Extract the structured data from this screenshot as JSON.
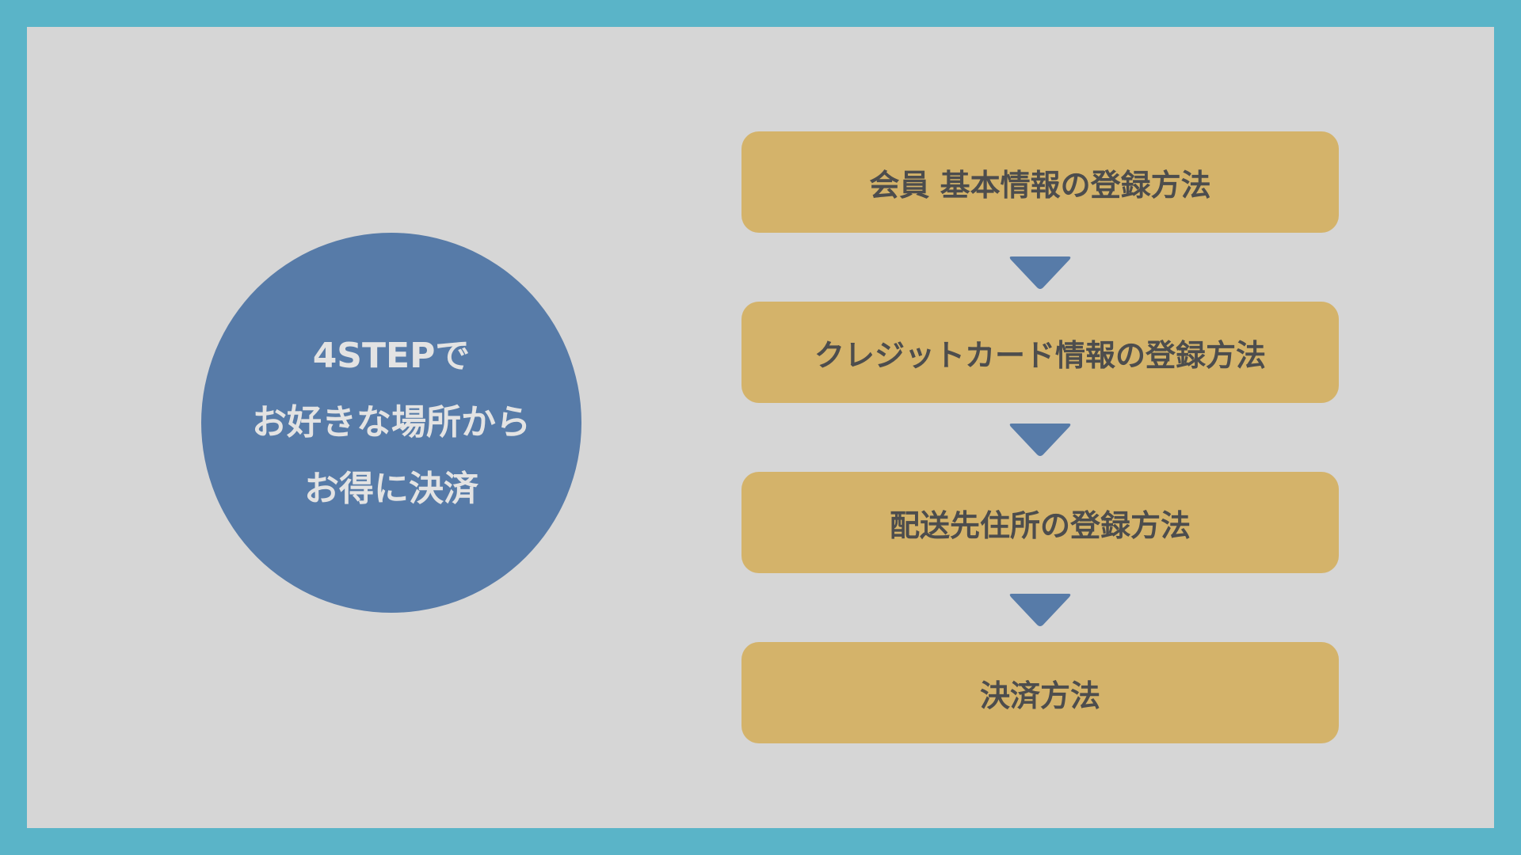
{
  "colors": {
    "frame": "#5ab4c8",
    "background": "#d6d6d6",
    "circle": "#577ba8",
    "step_box": "#d4b36a",
    "arrow": "#577ba8",
    "circle_text": "#e3e3e3",
    "step_text": "#4d4d4d"
  },
  "circle": {
    "lines": [
      "4STEPで",
      "お好きな場所から",
      "お得に決済"
    ]
  },
  "steps": [
    {
      "label": "会員 基本情報の登録方法"
    },
    {
      "label": "クレジットカード情報の登録方法"
    },
    {
      "label": "配送先住所の登録方法"
    },
    {
      "label": "決済方法"
    }
  ],
  "arrows": [
    {
      "icon": "arrow-down-icon"
    },
    {
      "icon": "arrow-down-icon"
    },
    {
      "icon": "arrow-down-icon"
    }
  ]
}
